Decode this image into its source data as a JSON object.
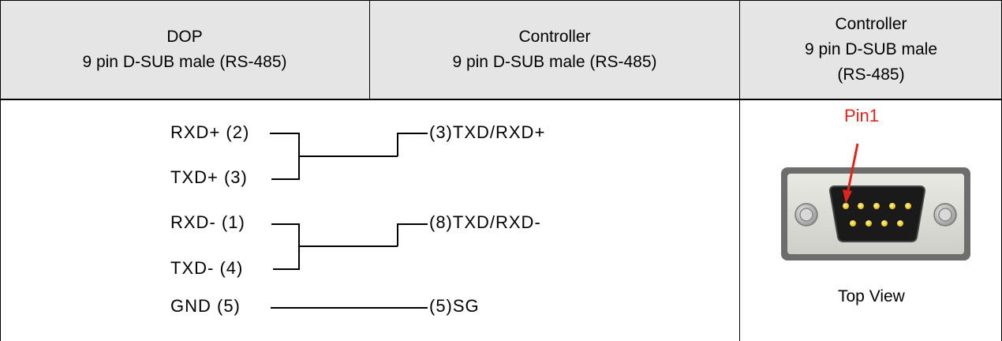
{
  "header": {
    "col1_line1": "DOP",
    "col1_line2": "9 pin D-SUB male (RS-485)",
    "col2_line1": "Controller",
    "col2_line2": "9 pin D-SUB male (RS-485)",
    "col3_line1": "Controller",
    "col3_line2": "9 pin D-SUB male",
    "col3_line3": "(RS-485)"
  },
  "wiring": {
    "dop_pins": [
      "RXD+ (2)",
      "TXD+ (3)",
      "RXD- (1)",
      "TXD- (4)",
      "GND (5)"
    ],
    "controller_pins": [
      "(3)TXD/RXD+",
      "(8)TXD/RXD-",
      "(5)SG"
    ]
  },
  "connector": {
    "pin_label": "Pin1",
    "view_label": "Top View",
    "pin_label_color": "#e0241b",
    "shell_color": "#6d6d6d",
    "pin_color": "#f2d21b"
  },
  "colors": {
    "header_bg": "#e5e5e5",
    "border": "#000000"
  }
}
